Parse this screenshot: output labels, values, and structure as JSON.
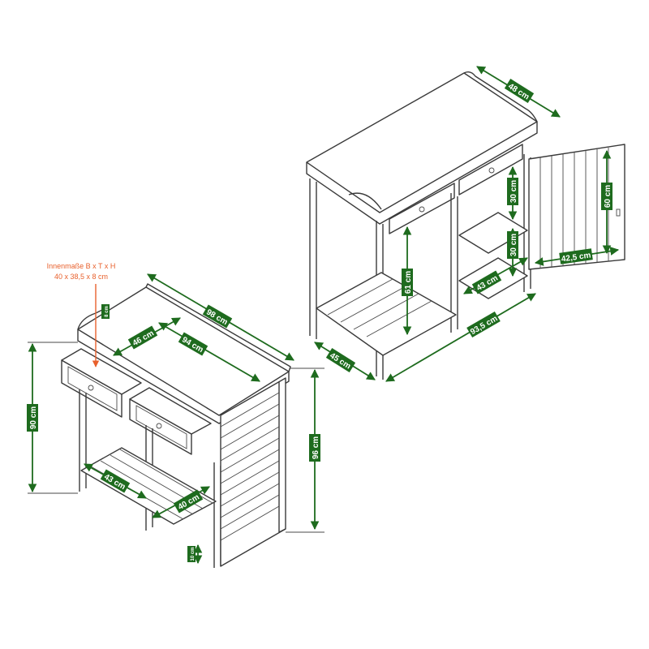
{
  "colors": {
    "dimension": "#1e6b1e",
    "note": "#e8602c",
    "outline": "#3a3a3a"
  },
  "left_view": {
    "note_title": "Innenmaße B x T x H",
    "note_values": "40 x 38,5 x 8 cm",
    "dims": {
      "height_total": "90 cm",
      "width_top": "98 cm",
      "width_inner": "94 cm",
      "depth_inner": "46 cm",
      "drawer_height": "8 cm",
      "height_side": "96 cm",
      "shelf_depth": "43 cm",
      "shelf_width": "40 cm",
      "foot_height": "10 cm"
    }
  },
  "right_view": {
    "dims": {
      "depth_top": "48 cm",
      "depth_base": "45 cm",
      "width_base": "93,5 cm",
      "leg_height": "61 cm",
      "compartment_upper": "30 cm",
      "compartment_lower": "30 cm",
      "door_height": "60 cm",
      "door_width": "42,5 cm",
      "shelf_depth": "43 cm"
    }
  }
}
